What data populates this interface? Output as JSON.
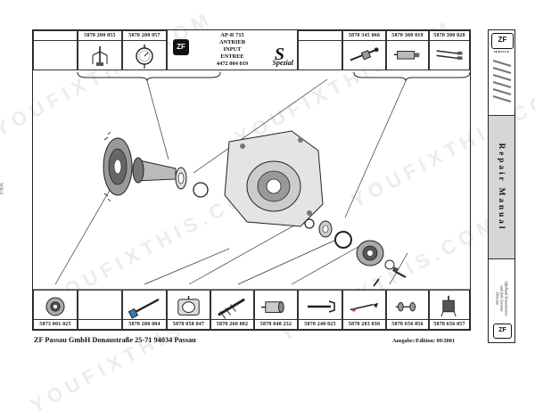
{
  "page": {
    "side_id": "WB/2",
    "footer_company": "ZF Passau GmbH Donaustraße 25-71 94034 Passau",
    "footer_edition": "Ausgabe:/Edition: 09/2001"
  },
  "header": {
    "title_lines": [
      "AP-R 715",
      "ANTRIEB",
      "INPUT",
      "ENTREE",
      "4472 004 019"
    ],
    "logo": "ZF",
    "badge": "Spezial"
  },
  "tools_top": [
    "5870 200 055",
    "5870 200 057",
    "5870 345 066",
    "5870 300 019",
    "5870 300 020"
  ],
  "tools_bottom": [
    "5873 001 025",
    "",
    "5870 280 004",
    "5870 058 047",
    "5870 260 002",
    "5870 048 232",
    "5870 240 025",
    "5870 203 030",
    "5870 656 056",
    "5870 656 057"
  ],
  "sidebar": {
    "logo": "ZF",
    "service": "SERVICE",
    "title": "Repair Manual",
    "division": [
      "Off-Road Transmission",
      "and Axle Systems",
      "Division"
    ]
  },
  "watermarks": [
    "YOUFIXTHIS.COM",
    "YOUFIXTHIS.COM",
    "YOUFIXTHIS.COM",
    "YOUFIXTHIS.COM",
    "YOUFIXTHIS.COM",
    "YOUFIXTHIS.COM"
  ],
  "colors": {
    "border": "#222222",
    "band": "#d6d6d6"
  }
}
